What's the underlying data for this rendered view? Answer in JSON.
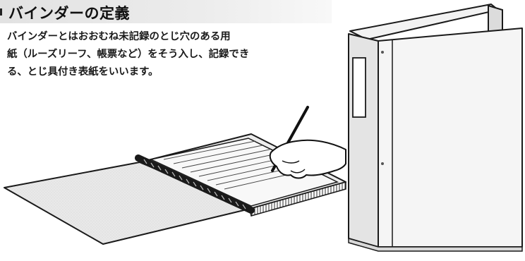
{
  "heading": "バインダーの定義",
  "body_lines": [
    "バインダーとはおおむね未記録のとじ穴のある用",
    "紙（ルーズリーフ、帳票など）をそう入し、記録でき",
    "る、とじ具付き表紙をいいます。"
  ]
}
